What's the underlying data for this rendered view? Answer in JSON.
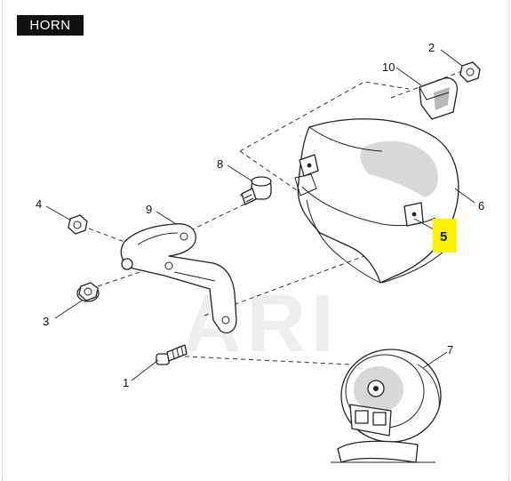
{
  "title": "HORN",
  "watermark": "ARI",
  "highlight_color": "#fff200",
  "callouts": [
    {
      "id": "1",
      "label": "1"
    },
    {
      "id": "2",
      "label": "2"
    },
    {
      "id": "3",
      "label": "3"
    },
    {
      "id": "4",
      "label": "4"
    },
    {
      "id": "5",
      "label": "5",
      "highlighted": true
    },
    {
      "id": "6",
      "label": "6"
    },
    {
      "id": "7",
      "label": "7"
    },
    {
      "id": "8",
      "label": "8"
    },
    {
      "id": "9",
      "label": "9"
    },
    {
      "id": "10",
      "label": "10"
    }
  ]
}
